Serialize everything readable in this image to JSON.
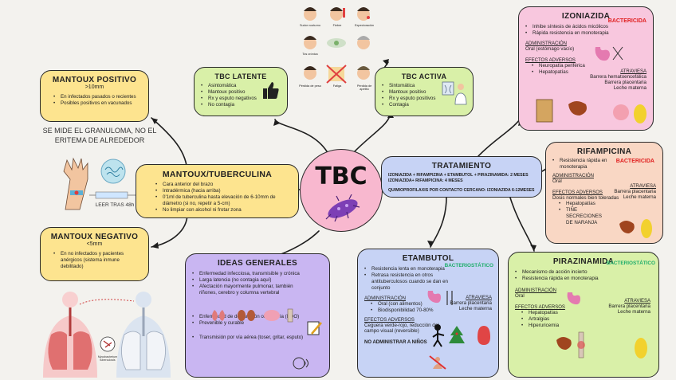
{
  "center": {
    "title": "TBC"
  },
  "mantoux_positivo": {
    "title": "MANTOUX POSITIVO",
    "subtitle": ">10mm",
    "items": [
      "En infectados pasados o recientes",
      "Posibles positivos en vacunados"
    ]
  },
  "mantoux_negativo": {
    "title": "MANTOUX NEGATIVO",
    "subtitle": "<5mm",
    "items": [
      "En no infectados y pacientes anérgicos (sistema inmune debilitado)"
    ]
  },
  "note_granuloma": "SE MIDE EL GRANULOMA, NO EL ERITEMA DE ALREDEDOR",
  "leer_tras": "LEER TRAS 48h",
  "mantoux": {
    "title": "MANTOUX/TUBERCULINA",
    "items": [
      "Cara anterior del brazo",
      "Intradérmica (hacia arriba)",
      "0'1ml de tuberculina hasta elevación de 6-10mm de diámetro (si no, repetir a 5-cm)",
      "No limpiar con alcohol ni frotar zona"
    ]
  },
  "tbc_latente": {
    "title": "TBC LATENTE",
    "items": [
      "Asintomática",
      "Mantoux positivo",
      "Rx y esputo negativos",
      "No contagia"
    ]
  },
  "tbc_activa": {
    "title": "TBC ACTIVA",
    "items": [
      "Sintomática",
      "Mantoux positivo",
      "Rx y esputo positivos",
      "Contagia"
    ]
  },
  "symptoms": {
    "labels": [
      "Sudor nocturno",
      "Fiebre",
      "Expectoración",
      "Tos crónica",
      "Pérdida de peso",
      "Fatiga",
      "Pérdida de apetito"
    ]
  },
  "ideas": {
    "title": "IDEAS GENERALES",
    "items": [
      "Enfermedad infecciosa, transmisible y crónica",
      "Larga latencia (no contagia aquí)",
      "Afectación mayormente pulmonar, también riñones, cerebro y columna vertebral",
      "Enfermedad de declaración obligatoria (EDO)",
      "Prevenible y curable",
      "Transmisión por vía aérea (toser, gritar, esputo)"
    ],
    "lung_label": "Mycobacterium tuberculosis"
  },
  "tratamiento": {
    "title": "TRATAMIENTO",
    "line1": "IZONIAZIDA + RIFAMPIZINA + ETAMBUTOL + PIRAZINAMIDA: 2 MESES",
    "line2": "IZONIAZIDA+ RIFAMPICINA: 4 MESES",
    "line3": "QUIMIOPROFILAXIS POR CONTACTO CERCANO: IZONIAZIDA 6-12MESES"
  },
  "izoniazida": {
    "title": "IZONIAZIDA",
    "tag": "BACTERICIDA",
    "items": [
      "Inhibe síntesis de ácidos micólicos",
      "Rápida resistencia en monoterapia"
    ],
    "admin_label": "ADMINISTRACIÓN",
    "admin_value": "Oral (estómago vacío)",
    "efectos_label": "EFECTOS ADVERSOS",
    "efectos": [
      "Neuropatía periférica",
      "Hepatopatías"
    ],
    "atraviesa_label": "ATRAVIESA",
    "atraviesa": [
      "Barrera hematoencefálica",
      "Barrera placentaria",
      "Leche materna"
    ]
  },
  "rifampicina": {
    "title": "RIFAMPICINA",
    "tag": "BACTERICIDA",
    "items": [
      "Resistencia rápida en monoterapia"
    ],
    "admin_label": "ADMINISTRACIÓN",
    "admin_value": "Oral",
    "efectos_label": "EFECTOS ADVERSOS",
    "efectos_intro": "Dosis normales bien toleradas",
    "efectos": [
      "Hepatopatías",
      "TIÑE SECRECIONES DE NARANJA"
    ],
    "atraviesa_label": "ATRAVIESA",
    "atraviesa": [
      "Barrera placentaria",
      "Leche materna"
    ]
  },
  "etambutol": {
    "title": "ETAMBUTOL",
    "tag": "BACTERIOSTÁTICO",
    "items": [
      "Resistencia lenta en monoterapia",
      "Retrasa resistencia en otros antituberculosos cuando se dan en conjunto"
    ],
    "admin_label": "ADMINISTRACIÓN",
    "admin": [
      "Oral (con alimentos)",
      "Biodisponibilidad 70-80%"
    ],
    "efectos_label": "EFECTOS ADVERSOS",
    "efectos_value": "Ceguera verde-rojo, reducción del campo visual (reversible)",
    "atraviesa_label": "ATRAVIESA",
    "atraviesa": [
      "Barrera placentaria",
      "Leche materna"
    ],
    "warning": "NO ADMINISTRAR A NIÑOS"
  },
  "pirazinamida": {
    "title": "PIRAZINAMIDA",
    "tag": "BACTERIOSTÁTICO",
    "items": [
      "Mecanismo de acción incierto",
      "Resistencia rápida en monoterapia"
    ],
    "admin_label": "ADMINISTRACIÓN",
    "admin_value": "Oral",
    "efectos_label": "EFECTOS ADVERSOS",
    "efectos": [
      "Hepatopatías",
      "Artralgias",
      "Hiperuricemia"
    ],
    "atraviesa_label": "ATRAVIESA",
    "atraviesa": [
      "Barrera placentaria",
      "Leche materna"
    ]
  },
  "colors": {
    "yellow": "#fde48f",
    "green": "#d9f0a8",
    "purple": "#c9b6f2",
    "blue": "#c7d3f5",
    "pink": "#f8c7de",
    "peach": "#f9d7c4",
    "center": "#f8b8cf",
    "red_tag": "#e02020",
    "green_tag": "#1fae6b"
  }
}
